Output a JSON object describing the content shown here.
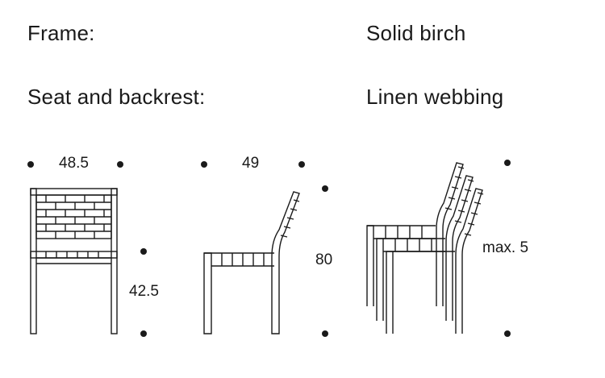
{
  "specs": {
    "frame": {
      "label": "Frame:",
      "value": "Solid birch"
    },
    "seat_backrest": {
      "label": "Seat and backrest:",
      "value": "Linen webbing"
    }
  },
  "dimensions": {
    "width": "48.5",
    "depth": "49",
    "height": "80",
    "seat_height": "42.5",
    "stacking": "max. 5"
  },
  "colors": {
    "line": "#1a1a1a",
    "background": "#ffffff"
  }
}
